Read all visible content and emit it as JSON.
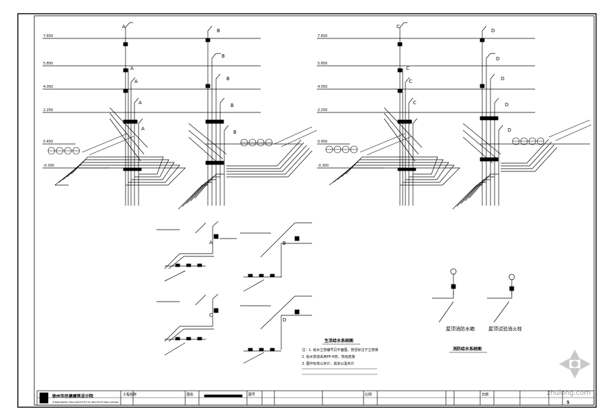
{
  "drawing": {
    "axis_tags_left": [
      "A",
      "B"
    ],
    "axis_tags_right": [
      "C",
      "D"
    ],
    "level_marks": [
      "7.650",
      "5.850",
      "4.050",
      "2.250",
      "0.450",
      "-0.300"
    ],
    "left_detail_tags": [
      "A",
      "B",
      "C",
      "D"
    ],
    "legend_title": "生活给水系统图",
    "legend_notes": [
      "注：1. 给水立管编号见平面图，管径标注于立管旁",
      "2. 给水管道采用PP-R管，热熔连接",
      "3. 图中标高以米计，其余以毫米计"
    ],
    "right_detail_title": "消防给水系统图",
    "right_detail_caption_1": "屋顶消防水箱",
    "right_detail_caption_2": "屋顶试验消火栓",
    "title_block": {
      "firm_cn": "徐州市民建建筑设计院",
      "firm_en": "CHANGSHENG YIELD INSTITUTE OF ARCHITECTURAL DESIGN",
      "project_label": "工程名称",
      "drawing_label": "图名",
      "drawing_no_label": "图号",
      "scale_label": "比例",
      "date_label": "日期",
      "sheet_no": "5"
    },
    "watermark": "zhulong.com"
  }
}
